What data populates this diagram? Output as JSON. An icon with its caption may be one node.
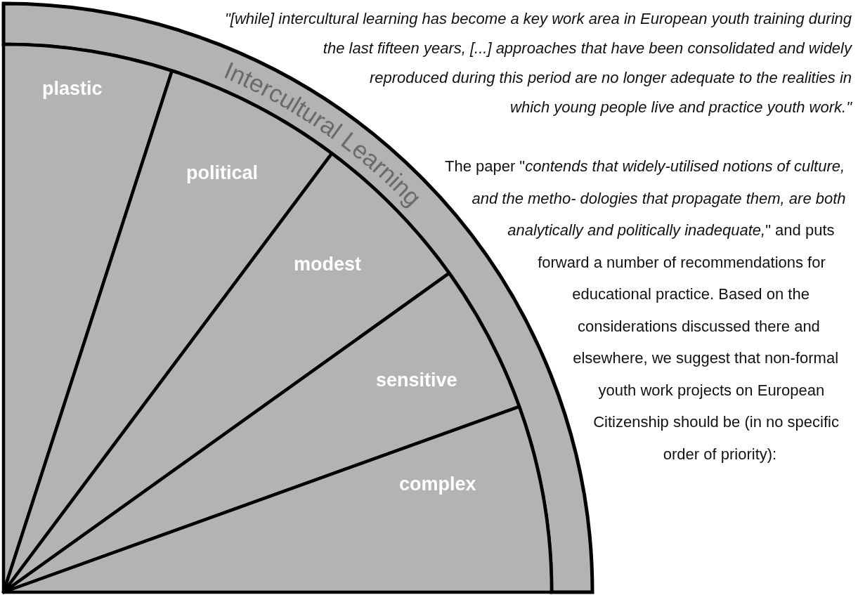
{
  "diagram": {
    "nodes": [
      {
        "text": [
          "Intercultural Learning"
        ]
      },
      {
        "text": [
          "plastic"
        ],
        "in": 0
      },
      {
        "text": [
          "political"
        ],
        "in": 0
      },
      {
        "text": [
          "modest"
        ],
        "in": 0
      },
      {
        "text": [
          "sensitive"
        ],
        "in": 0
      },
      {
        "text": [
          "complex"
        ],
        "in": 0
      }
    ],
    "labels": [
      "\"[while] intercultural learning has become a key work area in European youth training during the last fifteen years, [...] approaches that have been consolidated and widely reproduced during this period are no longer adequate to the realities in which young people live and practice youth work.\"",
      "The paper \"*contends that widely-utilised notions of culture, and the metho- dologies that propagate them, are both analytically and politically inadequate,*\" and puts forward a number of recommendations for educational practice. Based on the considerations discussed there and elsewhere, we suggest that non-formal youth work projects on European Citizenship should be (in no specific order of priority):"
    ]
  }
}
